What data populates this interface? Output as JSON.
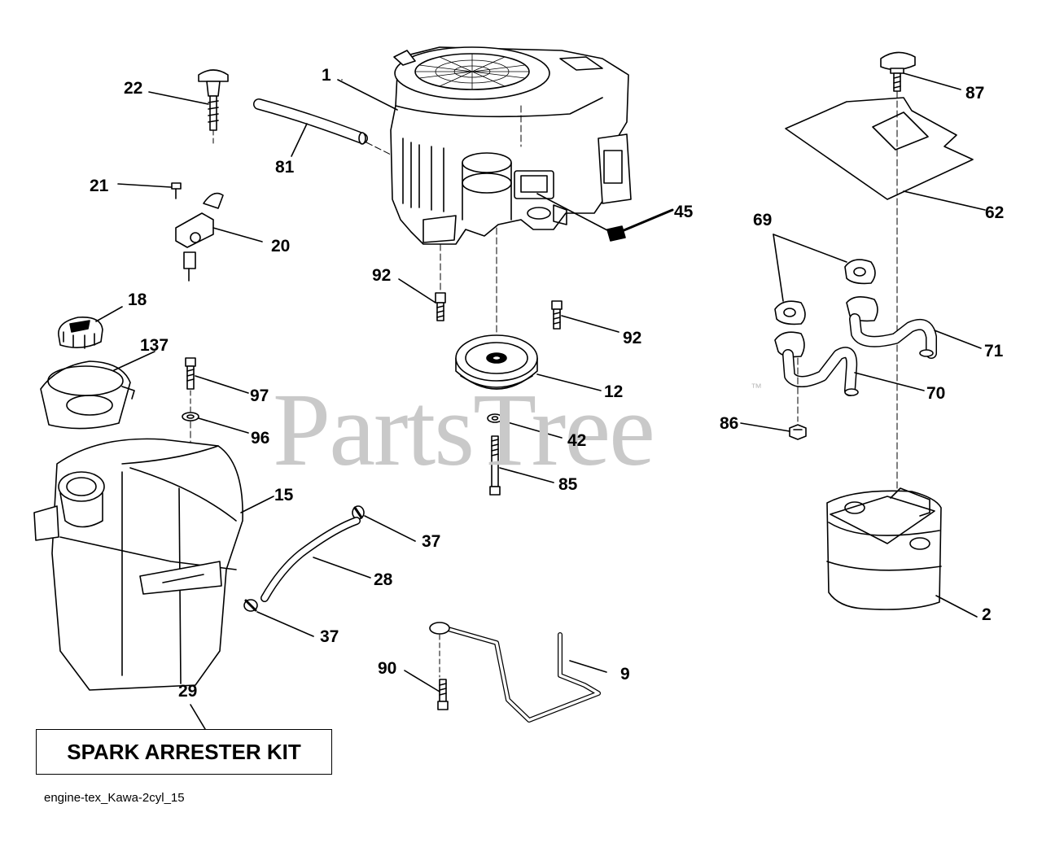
{
  "watermark": {
    "brand": "PartsTree",
    "trademark": "™"
  },
  "kit_box": {
    "label": "SPARK ARRESTER KIT"
  },
  "figure_ref": "engine-tex_Kawa-2cyl_15",
  "callouts": {
    "c1": "1",
    "c22": "22",
    "c81": "81",
    "c21": "21",
    "c20": "20",
    "c18": "18",
    "c137": "137",
    "c97": "97",
    "c96": "96",
    "c15": "15",
    "c92a": "92",
    "c92b": "92",
    "c12": "12",
    "c42": "42",
    "c85": "85",
    "c45": "45",
    "c37a": "37",
    "c28": "28",
    "c37b": "37",
    "c90": "90",
    "c9": "9",
    "c29": "29",
    "c87": "87",
    "c62": "62",
    "c69": "69",
    "c71": "71",
    "c70": "70",
    "c86": "86",
    "c2": "2"
  }
}
